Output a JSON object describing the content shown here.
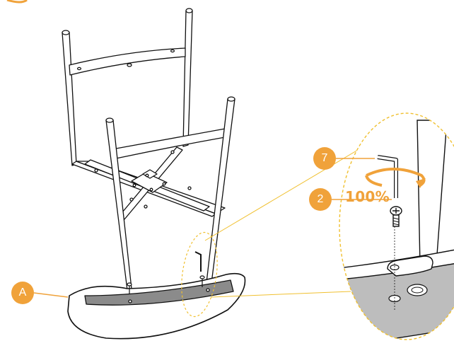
{
  "callouts": {
    "seat": "A",
    "hex_key": "7",
    "screw": "2"
  },
  "torque_label": "100%",
  "accent_color": "#F0A23A",
  "icons": [
    "hex-key-icon",
    "screw-icon",
    "rotation-arrow-icon"
  ]
}
